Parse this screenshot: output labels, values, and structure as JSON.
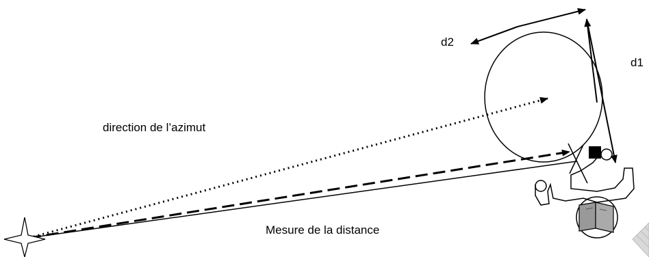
{
  "labels": {
    "d1": "d1",
    "d2": "d2",
    "azimuth": "direction de l’azimut",
    "distance": "Mesure de la distance"
  },
  "icons": {
    "origin": "compass-star-icon",
    "person": "person-with-map-icon",
    "corner": "page-corner-icon"
  },
  "colors": {
    "stroke": "#000000",
    "map_fill": "#999999",
    "corner_fill": "#d9d9d9"
  }
}
